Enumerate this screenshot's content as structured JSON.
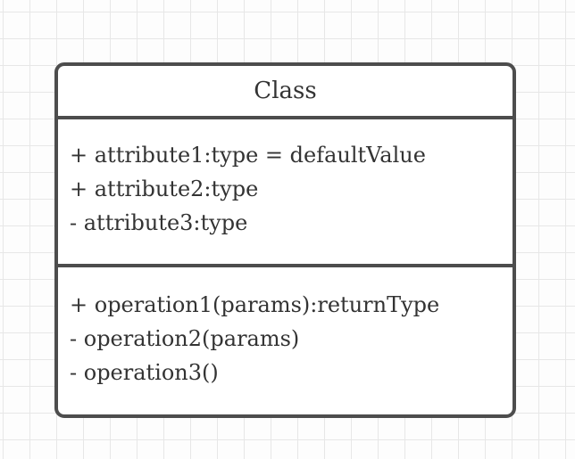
{
  "uml_class": {
    "name": "Class",
    "attributes": [
      "+ attribute1:type = defaultValue",
      "+ attribute2:type",
      "- attribute3:type"
    ],
    "operations": [
      "+ operation1(params):returnType",
      "- operation2(params)",
      "- operation3()"
    ]
  },
  "colors": {
    "shape_border": "#4d4d4d",
    "shape_fill": "#ffffff",
    "text": "#333333",
    "grid_line": "#e7e7e7",
    "canvas_background": "#fdfdfd"
  }
}
